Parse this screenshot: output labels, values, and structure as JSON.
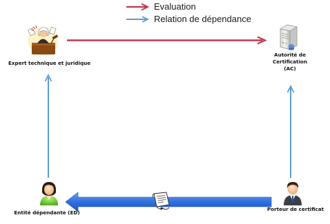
{
  "legend": {
    "evaluation_label": "Evaluation",
    "dependance_label": "Relation de dépendance"
  },
  "nodes": {
    "expert": {
      "label": "Expert technique et juridique",
      "icon": "judge-icon"
    },
    "authority": {
      "line1": "Autorité de",
      "line2": "Certification",
      "line3": "(AC)",
      "icon": "server-icon"
    },
    "dependent": {
      "label": "Entité dépendante (ED)",
      "icon": "woman-avatar-icon"
    },
    "holder": {
      "label": "Porteur de certificat",
      "icon": "businessman-avatar-icon"
    }
  },
  "middle": {
    "icon": "certificate-scroll-icon"
  },
  "colors": {
    "evaluation": "#c0394b",
    "dependance": "#5b9bd5",
    "big_arrow": "#2f6fdf"
  }
}
